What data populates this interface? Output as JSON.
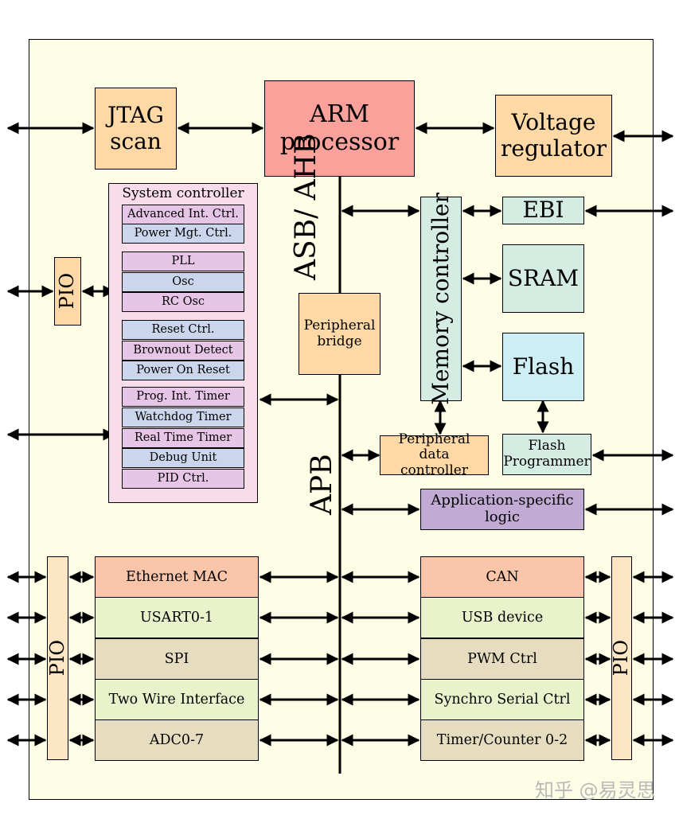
{
  "blocks": {
    "jtag": "JTAG scan",
    "arm": "ARM processor",
    "voltage": "Voltage regulator",
    "ebi": "EBI",
    "sram": "SRAM",
    "flash": "Flash",
    "memory_controller": "Memory controller",
    "peripheral_bridge": "Peripheral bridge",
    "peripheral_data_controller": "Peripheral data controller",
    "flash_programmer": "Flash Programmer",
    "app_logic": "Application-specific logic",
    "pio": "PIO"
  },
  "bus_labels": {
    "asb_ahb": "ASB/ AHB",
    "apb": "APB"
  },
  "system_controller": {
    "title": "System controller",
    "items": [
      "Advanced Int. Ctrl.",
      "Power Mgt. Ctrl.",
      "PLL",
      "Osc",
      "RC Osc",
      "Reset Ctrl.",
      "Brownout Detect",
      "Power On Reset",
      "Prog. Int. Timer",
      "Watchdog Timer",
      "Real Time Timer",
      "Debug Unit",
      "PID Ctrl."
    ]
  },
  "left_peripherals": [
    "Ethernet MAC",
    "USART0-1",
    "SPI",
    "Two Wire Interface",
    "ADC0-7"
  ],
  "right_peripherals": [
    "CAN",
    "USB device",
    "PWM Ctrl",
    "Synchro Serial Ctrl",
    "Timer/Counter 0-2"
  ],
  "colors": {
    "chip_bg": "#fefde6",
    "arm": "#f9a19a",
    "orange": "#fed9a6",
    "teal": "#d5ece3",
    "light_blue": "#cdeef5",
    "purple": "#c1abd4",
    "pink": "#f9dcea",
    "pink_item": "#e6c5e6",
    "blue_item": "#cbd6ec",
    "salmon": "#fac5a8",
    "green": "#e8f3cc",
    "tan": "#e6ddc0",
    "pio": "#fde6c4"
  },
  "watermark": "知乎 @易灵思"
}
